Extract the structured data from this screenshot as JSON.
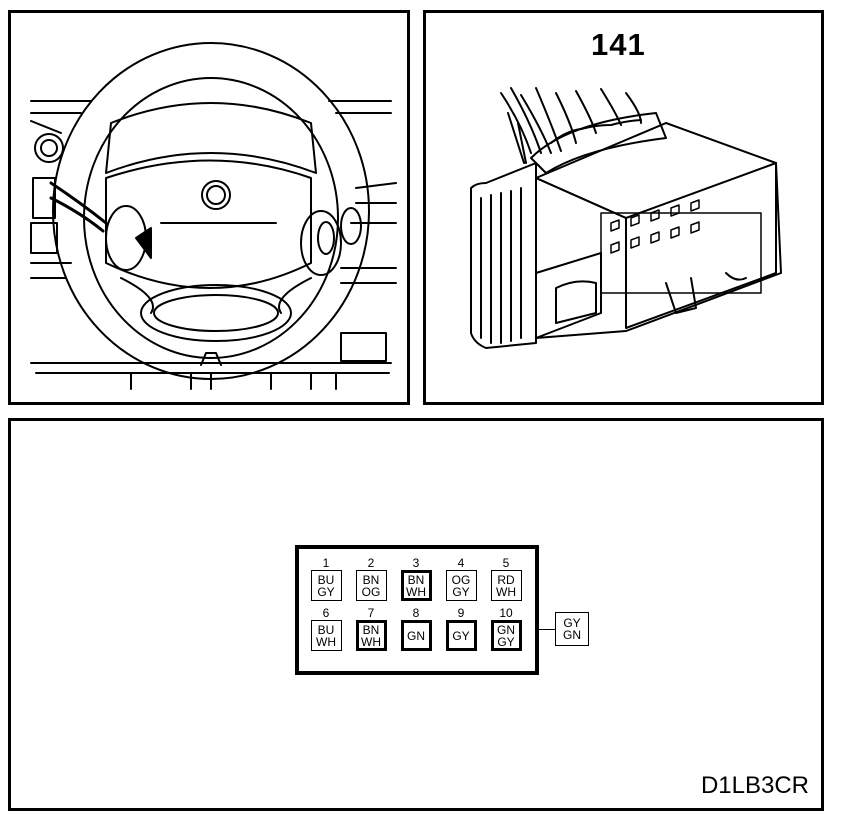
{
  "connector": {
    "number": "141",
    "pins": [
      {
        "num": "1",
        "line1": "BU",
        "line2": "GY",
        "bold": false
      },
      {
        "num": "2",
        "line1": "BN",
        "line2": "OG",
        "bold": false
      },
      {
        "num": "3",
        "line1": "BN",
        "line2": "WH",
        "bold": true
      },
      {
        "num": "4",
        "line1": "OG",
        "line2": "GY",
        "bold": false
      },
      {
        "num": "5",
        "line1": "RD",
        "line2": "WH",
        "bold": false
      },
      {
        "num": "6",
        "line1": "BU",
        "line2": "WH",
        "bold": false
      },
      {
        "num": "7",
        "line1": "BN",
        "line2": "WH",
        "bold": true
      },
      {
        "num": "8",
        "line1": "GN",
        "line2": "",
        "bold": true
      },
      {
        "num": "9",
        "line1": "GY",
        "line2": "",
        "bold": true
      },
      {
        "num": "10",
        "line1": "GN",
        "line2": "GY",
        "bold": true
      }
    ],
    "external_wire": {
      "line1": "GY",
      "line2": "GN"
    }
  },
  "reference_code": "D1LB3CR"
}
